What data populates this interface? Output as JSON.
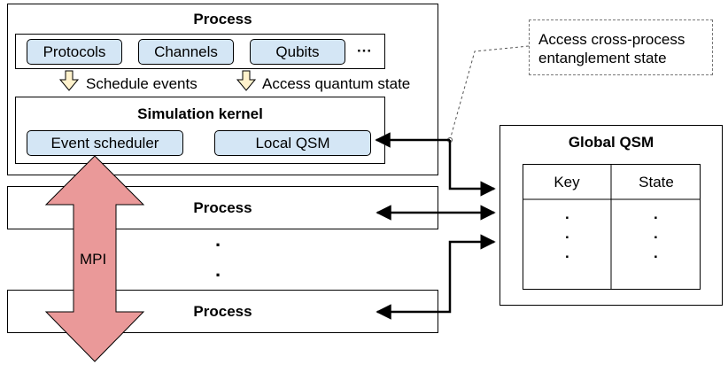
{
  "process_main": {
    "title": "Process",
    "modules": [
      "Protocols",
      "Channels",
      "Qubits"
    ],
    "ellipsis": "···"
  },
  "annotations": {
    "schedule_events": "Schedule events",
    "access_quantum_state": "Access quantum state",
    "cross_process": "Access cross-process\nentanglement state"
  },
  "kernel": {
    "title": "Simulation kernel",
    "event_scheduler": "Event scheduler",
    "local_qsm": "Local QSM"
  },
  "processes": [
    "Process",
    "Process"
  ],
  "vertical_ellipsis": ".",
  "mpi_label": "MPI",
  "global_qsm": {
    "title": "Global QSM",
    "columns": [
      "Key",
      "State"
    ],
    "dots": "."
  },
  "colors": {
    "pill_fill": "#d4e6f5",
    "mpi_fill": "#ea9999",
    "hint_arrow_fill": "#fff2cc"
  }
}
